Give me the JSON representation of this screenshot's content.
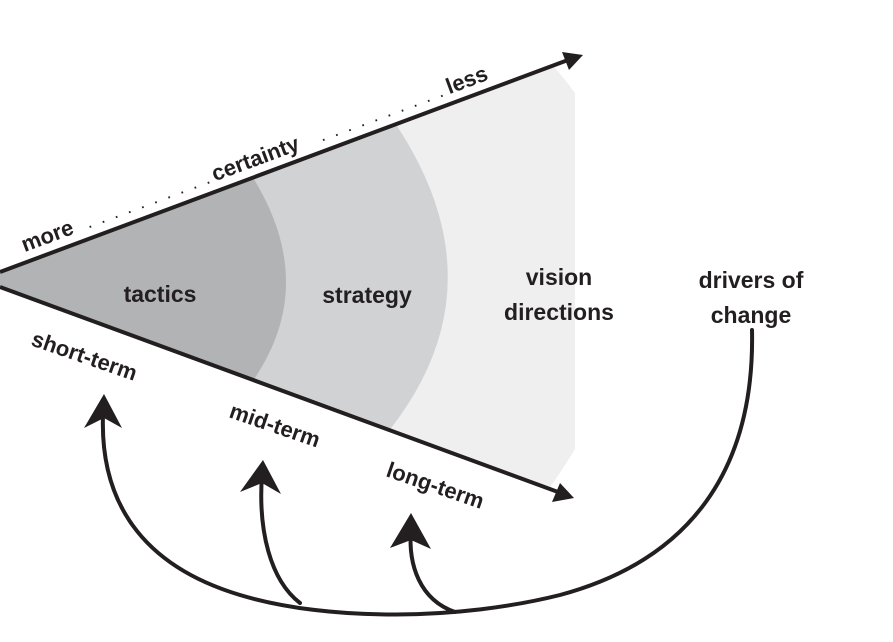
{
  "zones": {
    "tactics": "tactics",
    "strategy": "strategy",
    "vision_line1": "vision",
    "vision_line2": "directions"
  },
  "certainty": {
    "more": "more",
    "middle": "certainty",
    "less": "less",
    "dots": ". . . . . . . . . ."
  },
  "horizons": {
    "short": "short-term",
    "mid": "mid-term",
    "long": "long-term"
  },
  "drivers": {
    "line1": "drivers of",
    "line2": "change"
  },
  "colors": {
    "tactics_fill": "#b2b3b5",
    "strategy_fill": "#d1d2d4",
    "vision_fill": "#efefef",
    "ink": "#231f20"
  }
}
